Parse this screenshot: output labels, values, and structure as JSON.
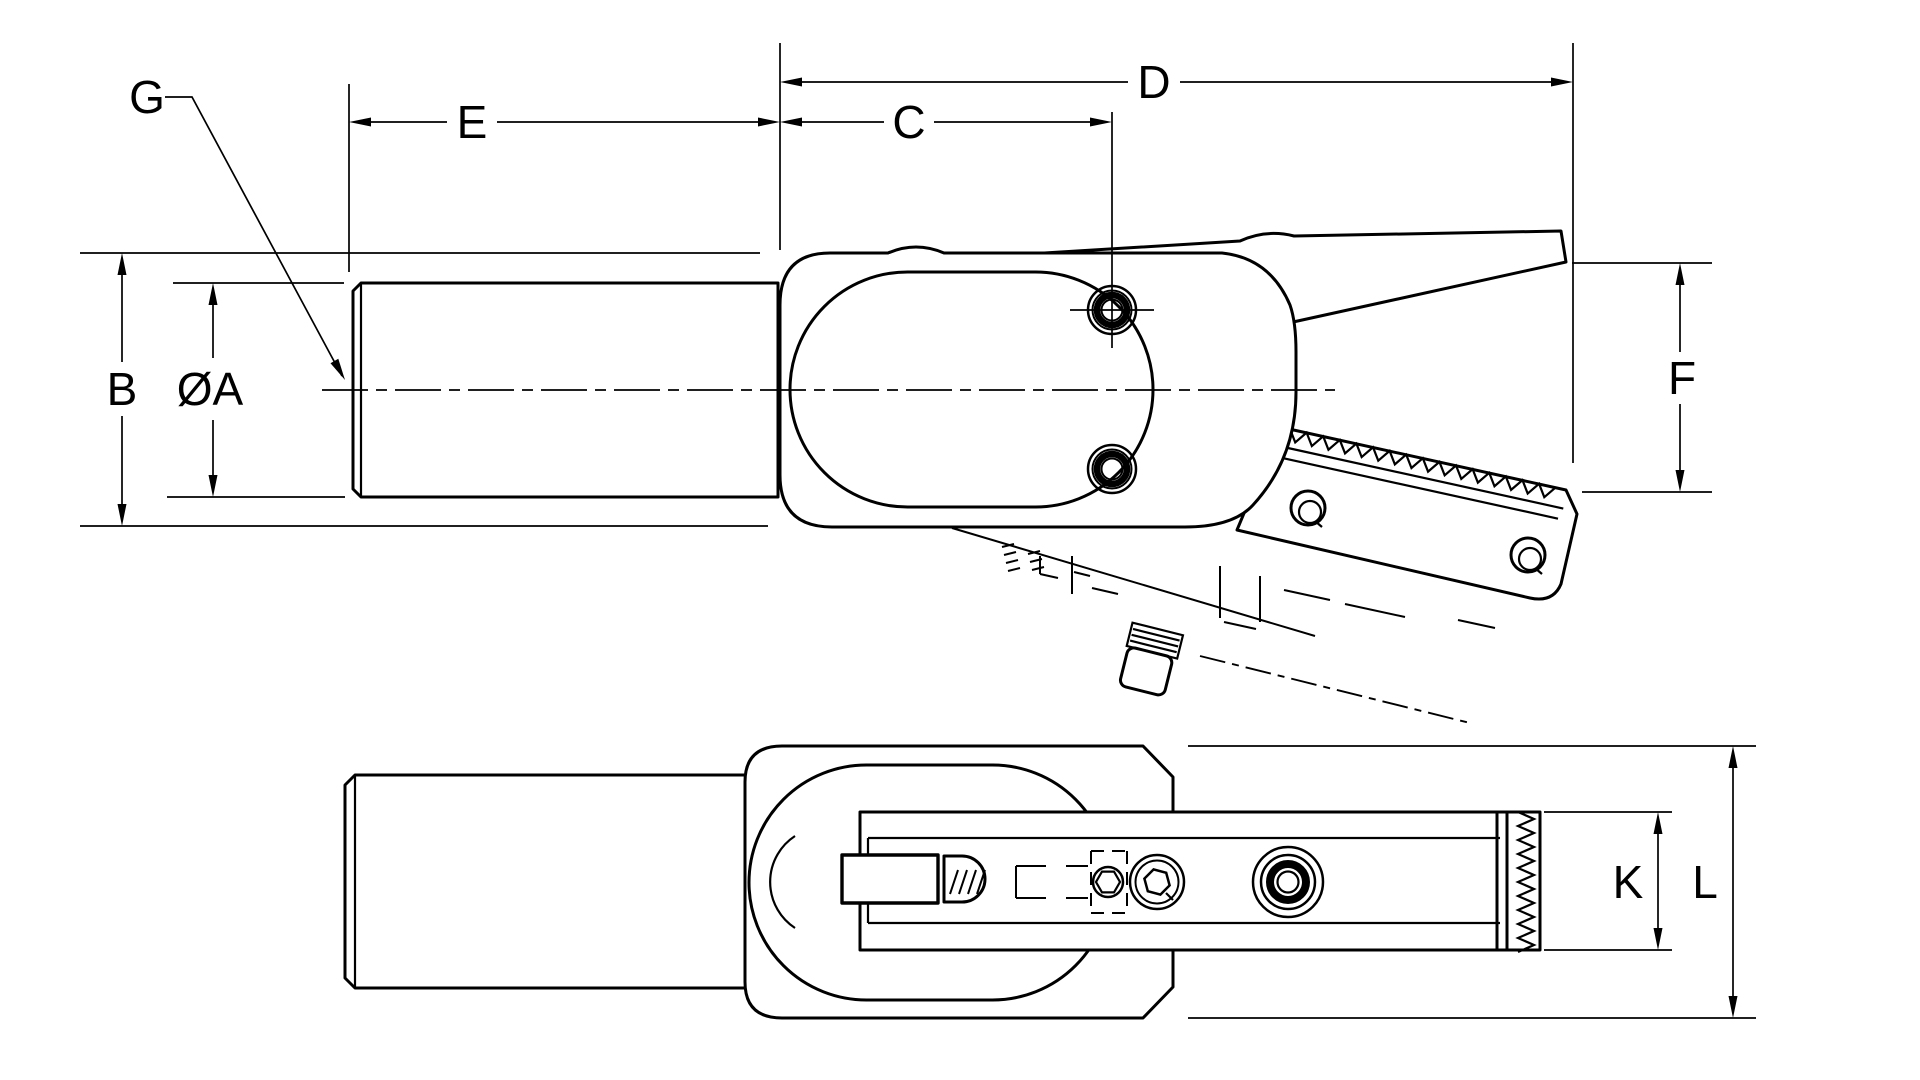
{
  "drawing": {
    "kind": "engineering-dimension-drawing",
    "views": {
      "top": "side elevation of clamping tool",
      "bottom": "plan view of clamping tool"
    },
    "line_color": "#000000",
    "background_color": "#ffffff"
  },
  "dimensions": {
    "g": {
      "label": "G"
    },
    "e": {
      "label": "E"
    },
    "c": {
      "label": "C"
    },
    "d": {
      "label": "D"
    },
    "b": {
      "label": "B"
    },
    "a": {
      "label": "ØA"
    },
    "f": {
      "label": "F"
    },
    "k": {
      "label": "K"
    },
    "l": {
      "label": "L"
    }
  }
}
